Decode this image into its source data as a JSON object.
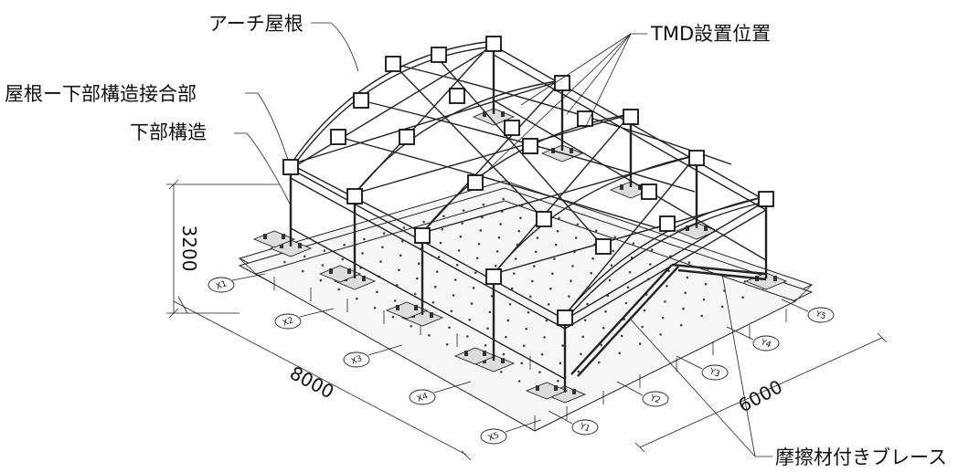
{
  "labels": {
    "arch_roof": "アーチ屋根",
    "tmd_position": "TMD設置位置",
    "roof_joint": "屋根ー下部構造接合部",
    "substructure": "下部構造",
    "friction_brace": "摩擦材付きブレース"
  },
  "dimensions": {
    "height": "3200",
    "length": "8000",
    "width": "6000"
  },
  "axes": {
    "x": [
      "X1",
      "X2",
      "X3",
      "X4",
      "X5"
    ],
    "y": [
      "Y1",
      "Y2",
      "Y3",
      "Y4",
      "Y5"
    ]
  }
}
